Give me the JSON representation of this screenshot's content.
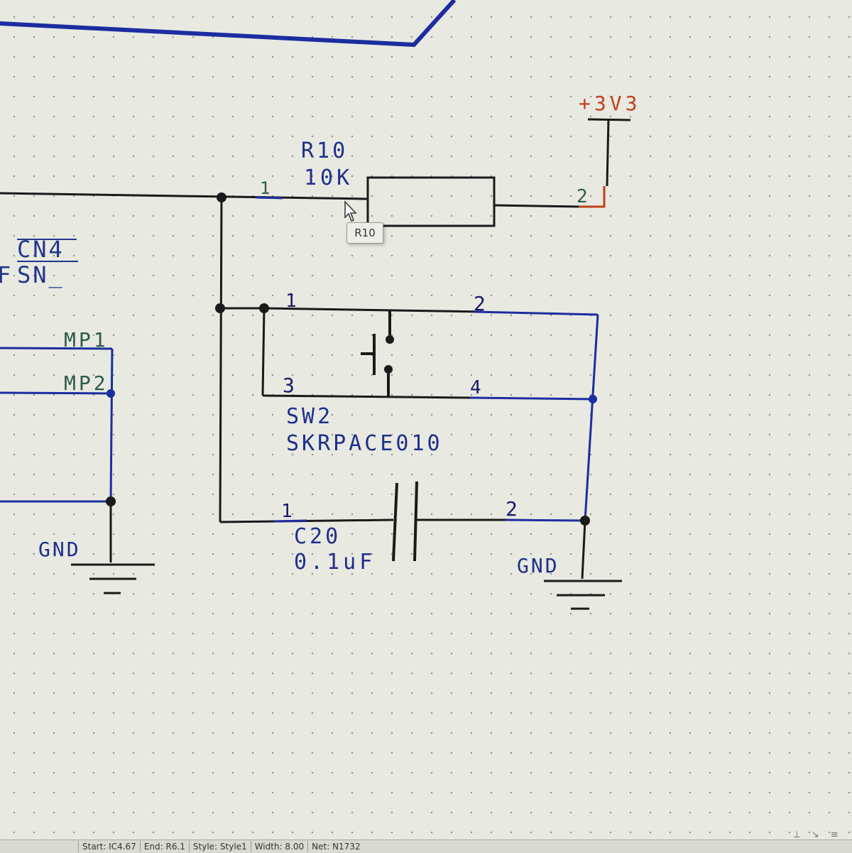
{
  "schematic": {
    "r10": {
      "ref": "R10",
      "value": "10K",
      "pin1": "1",
      "pin2": "2",
      "tooltip": "R10"
    },
    "power": {
      "label": "+3V3"
    },
    "sw2": {
      "ref": "SW2",
      "value": "SKRPACE010",
      "pin1": "1",
      "pin2": "2",
      "pin3": "3",
      "pin4": "4"
    },
    "c20": {
      "ref": "C20",
      "value": "0.1uF",
      "pin1": "1",
      "pin2": "2"
    },
    "cn4": {
      "line1": "CN4",
      "line2": "SN_",
      "left_char": "F",
      "mp1": "MP1",
      "mp2": "MP2"
    },
    "gnd_left": {
      "label": "GND"
    },
    "gnd_right": {
      "label": "GND"
    }
  },
  "statusbar": {
    "start": "Start: IC4.67",
    "end": "End: R6.1",
    "style": "Style: Style1",
    "width": "Width: 8.00",
    "net": "Net: N1732"
  },
  "icons": [
    "pointer-cursor-icon",
    "ground-symbol-icon",
    "power-port-icon"
  ],
  "colors": {
    "wire_black": "#1a1a1a",
    "wire_blue": "#1c2da0",
    "label_blue": "#1e2f8c",
    "power_red": "#c0401c"
  }
}
